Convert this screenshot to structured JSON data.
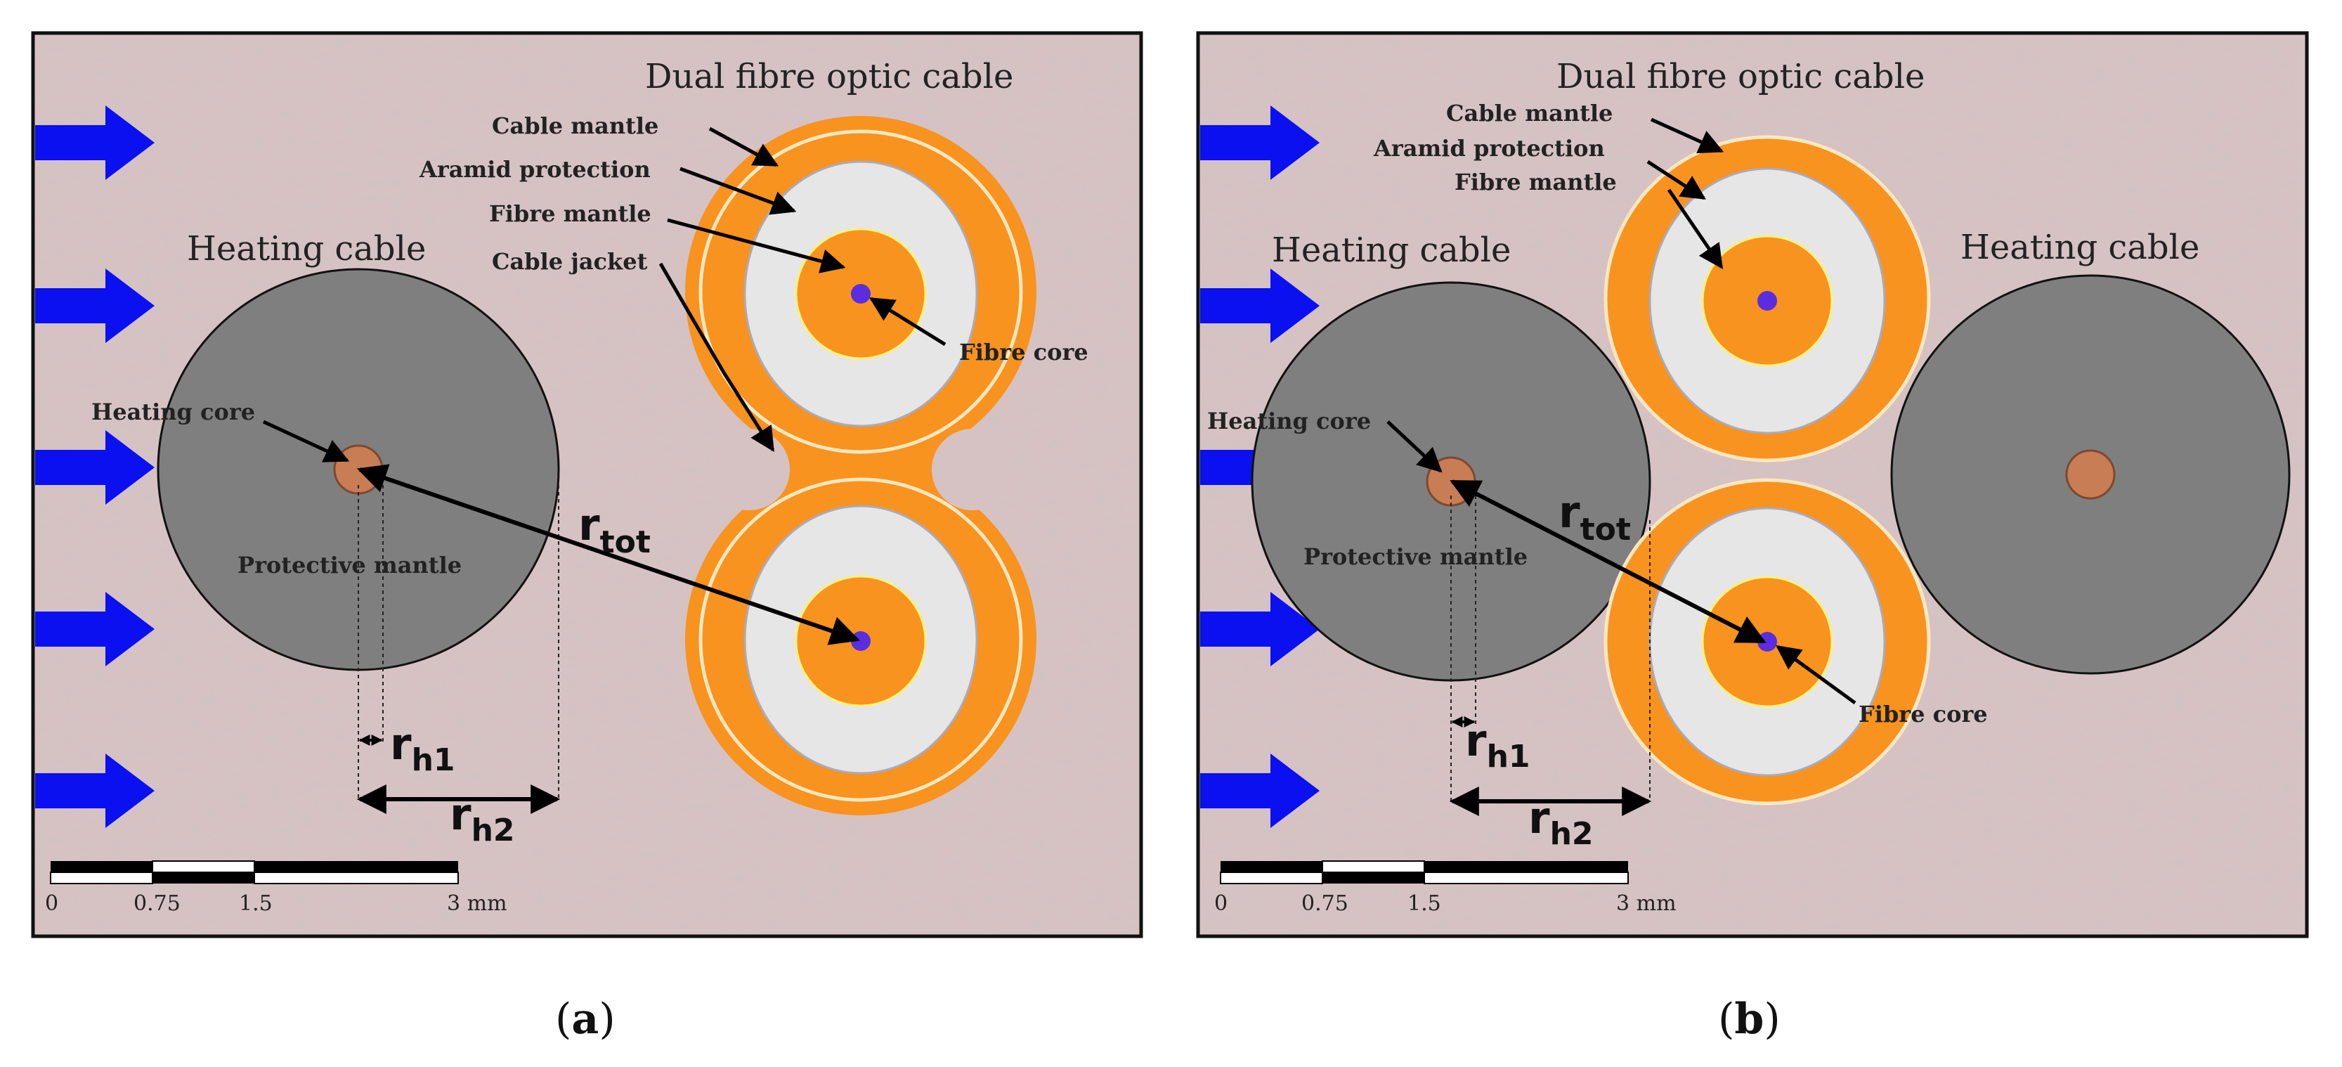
{
  "panel_a": {
    "title": "Dual fibre optic cable",
    "heating_cable": "Heating cable",
    "cable_mantle": "Cable mantle",
    "aramid_protection": "Aramid protection",
    "fibre_mantle": "Fibre mantle",
    "cable_jacket": "Cable jacket",
    "fibre_core": "Fibre core",
    "heating_core": "Heating core",
    "protective_mantle": "Protective mantle",
    "r_tot": "r",
    "r_tot_sub": "tot",
    "r_h1": "r",
    "r_h1_sub": "h1",
    "r_h2": "r",
    "r_h2_sub": "h2",
    "scale": [
      "0",
      "0.75",
      "1.5",
      "3 mm"
    ],
    "caption_open": "(",
    "caption_letter": "a",
    "caption_close": ")"
  },
  "panel_b": {
    "title": "Dual fibre optic cable",
    "heating_cable_left": "Heating cable",
    "heating_cable_right": "Heating cable",
    "cable_mantle": "Cable mantle",
    "aramid_protection": "Aramid protection",
    "fibre_mantle": "Fibre mantle",
    "fibre_core": "Fibre core",
    "heating_core": "Heating core",
    "protective_mantle": "Protective mantle",
    "r_tot": "r",
    "r_tot_sub": "tot",
    "r_h1": "r",
    "r_h1_sub": "h1",
    "r_h2": "r",
    "r_h2_sub": "h2",
    "scale": [
      "0",
      "0.75",
      "1.5",
      "3 mm"
    ],
    "caption_open": "(",
    "caption_letter": "b",
    "caption_close": ")"
  },
  "colors": {
    "background": "#d6c2c3",
    "heating_cable": "#7f7f7f",
    "heating_core": "#c97d55",
    "cable_orange": "#f7931e",
    "aramid": "#e6e6e6",
    "fibre_core": "#5a2de0",
    "arrow": "#0a10f0"
  }
}
